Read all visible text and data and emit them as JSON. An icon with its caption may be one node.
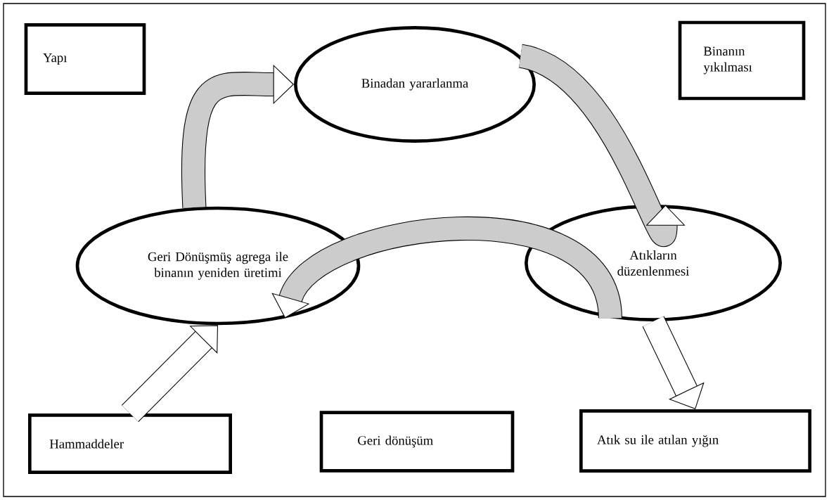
{
  "diagram": {
    "nodes": [
      {
        "text": [
          "Yapı"
        ]
      },
      {
        "text": [
          "Binadan yararlanma"
        ]
      },
      {
        "text": [
          "Binanın yıkılması"
        ]
      },
      {
        "text": [
          "Geri Dönüşmüş agrega ile binanın yeniden üretimi"
        ]
      },
      {
        "text": [
          "Atıkların düzenlenmesi"
        ]
      },
      {
        "text": [
          "Hammaddeler"
        ]
      },
      {
        "text": [
          "Geri dönüşüm"
        ]
      },
      {
        "text": [
          "Atık su ile atılan yığın"
        ]
      }
    ],
    "edges": [
      {
        "from": 3,
        "to": 1,
        "arrow": "to"
      },
      {
        "from": 1,
        "to": 4,
        "arrow": "to"
      },
      {
        "from": 4,
        "to": 3,
        "arrow": "to"
      },
      {
        "from": 5,
        "to": 3,
        "arrow": "to"
      },
      {
        "from": 4,
        "to": 7,
        "arrow": "to"
      }
    ]
  }
}
